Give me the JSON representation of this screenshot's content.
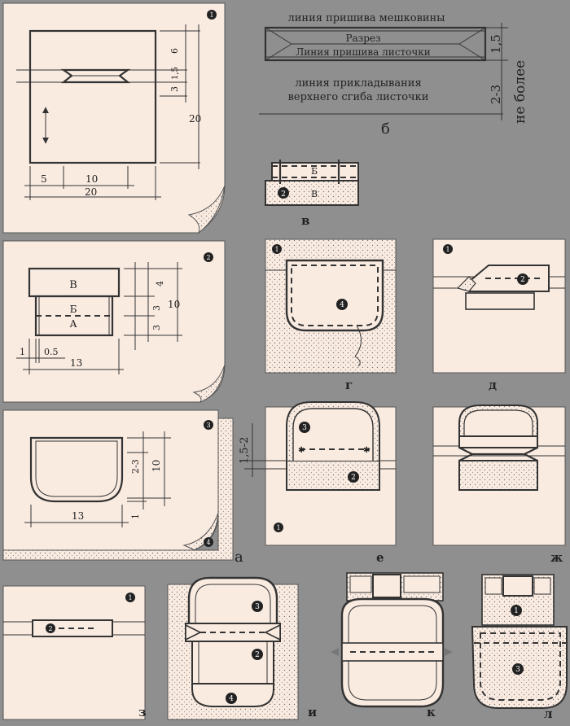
{
  "colors": {
    "background": "#8f8f8f",
    "paper": "#faebe1",
    "ink": "#2a2a2a"
  },
  "panel_b": {
    "line_top": "линия пришива мешковины",
    "cut": "Разрез",
    "line_bottom": "Линия пришива листочки",
    "line_fold_1": "линия прикладывания",
    "line_fold_2": "верхнего сгиба листочки",
    "dim_small": "1,5",
    "dim_large": "2-3",
    "no_more": "не более",
    "letter": "б"
  },
  "piece1": {
    "badge": "1",
    "dims": {
      "d6": "6",
      "d15": "1,5",
      "d3": "3",
      "d20v": "20",
      "d5": "5",
      "d10": "10",
      "d20h": "20"
    }
  },
  "piece2": {
    "badge": "2",
    "labels": {
      "v": "В",
      "b": "Б",
      "a": "А"
    },
    "dims": {
      "d4": "4",
      "d3a": "3",
      "d3b": "3",
      "d10": "10",
      "d1": "1",
      "d05": "0.5",
      "d13": "13"
    }
  },
  "piece3": {
    "badge": "3",
    "badge4": "4",
    "dims": {
      "d23": "2-3",
      "d10": "10",
      "d1": "1",
      "d13": "13"
    },
    "letter": "а"
  },
  "fig_v": {
    "label_b": "Б",
    "badge": "2",
    "label_v": "В",
    "letter": "в"
  },
  "fig_g": {
    "badge1": "1",
    "badge4": "4",
    "letter": "г"
  },
  "fig_d": {
    "badge1": "1",
    "badge2": "2",
    "letter": "д"
  },
  "fig_e": {
    "badge3": "3",
    "badge2": "2",
    "badge1": "1",
    "dim": "1,5-2",
    "letter": "е"
  },
  "fig_zh": {
    "letter": "ж"
  },
  "fig_z": {
    "badge1": "1",
    "badge2": "2",
    "letter": "з"
  },
  "fig_i": {
    "badge3": "3",
    "badge2": "2",
    "badge4": "4",
    "letter": "и"
  },
  "fig_k": {
    "letter": "к"
  },
  "fig_l": {
    "badge1": "1",
    "badge3": "3",
    "letter": "л"
  }
}
